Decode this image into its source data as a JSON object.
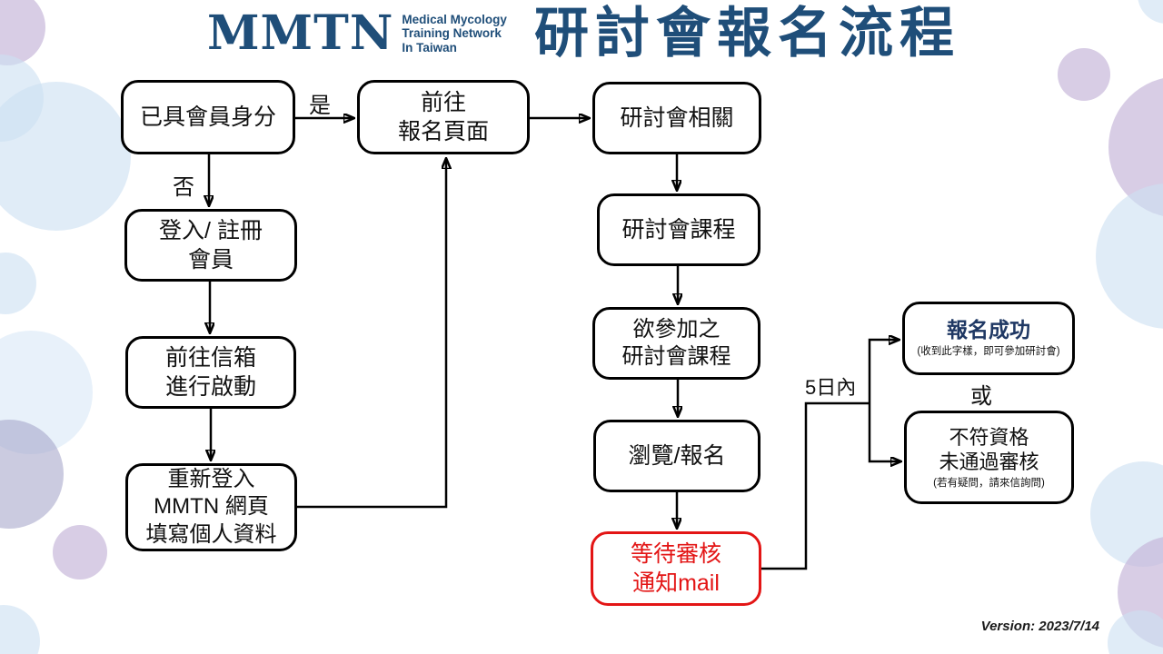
{
  "colors": {
    "brand_navy": "#1F4E79",
    "success_navy": "#1F3864",
    "alert_red": "#E31515",
    "decor_blue": "#CDE0F2",
    "decor_purple": "#C5B6D8"
  },
  "header": {
    "logo_acronym": "MMTN",
    "logo_line1": "Medical Mycology",
    "logo_line2": "Training Network",
    "logo_line3": "In Taiwan",
    "title": "研討會報名流程"
  },
  "flowchart": {
    "nodes": [
      {
        "id": "has-membership",
        "text": "已具會員身分"
      },
      {
        "id": "go-registration-page",
        "text": "前往\n報名頁面"
      },
      {
        "id": "seminar-related",
        "text": "研討會相關"
      },
      {
        "id": "login-or-register",
        "text": "登入/ 註冊\n會員"
      },
      {
        "id": "activate-via-mailbox",
        "text": "前往信箱\n進行啟動"
      },
      {
        "id": "relogin-fill-profile",
        "text": "重新登入\nMMTN 網頁\n填寫個人資料"
      },
      {
        "id": "seminar-courses",
        "text": "研討會課程"
      },
      {
        "id": "course-to-attend",
        "text": "欲參加之\n研討會課程"
      },
      {
        "id": "browse-register",
        "text": "瀏覽/報名"
      },
      {
        "id": "wait-review-mail",
        "text": "等待審核\n通知mail"
      },
      {
        "id": "registration-success",
        "text": "報名成功",
        "sub": "(收到此字樣，即可參加研討會)"
      },
      {
        "id": "not-qualified",
        "text": "不符資格\n未通過審核",
        "sub": "(若有疑問，請來信詢問)"
      }
    ],
    "edge_labels": {
      "yes": "是",
      "no": "否",
      "within_5_days": "5日內",
      "or": "或"
    }
  },
  "footer": {
    "version": "Version: 2023/7/14"
  }
}
